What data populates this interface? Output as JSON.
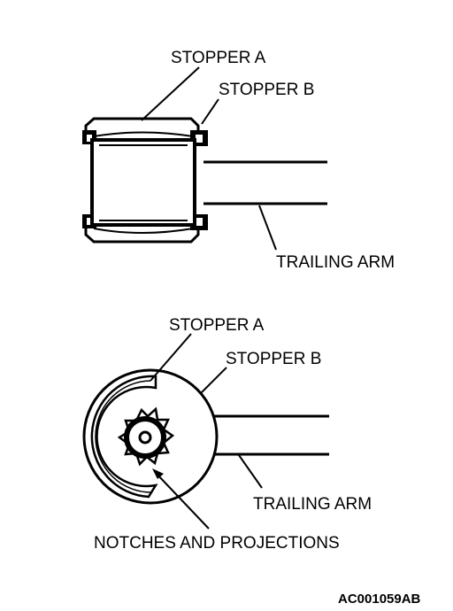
{
  "top_view": {
    "stopper_a": "STOPPER A",
    "stopper_b": "STOPPER B",
    "trailing_arm": "TRAILING ARM"
  },
  "bottom_view": {
    "stopper_a": "STOPPER A",
    "stopper_b": "STOPPER B",
    "trailing_arm": "TRAILING ARM",
    "notches": "NOTCHES AND PROJECTIONS"
  },
  "figure_code": "AC001059AB"
}
